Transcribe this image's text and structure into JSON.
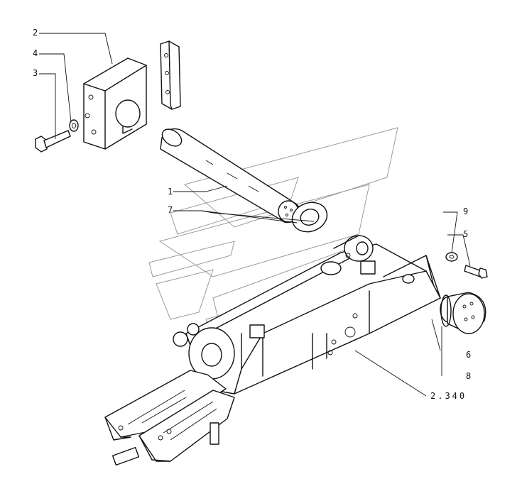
{
  "callouts": {
    "c1": "1",
    "c2": "2",
    "c3": "3",
    "c4": "4",
    "c5": "5",
    "c6": "6",
    "c7": "7",
    "c8": "8",
    "c9": "9",
    "ref": "2.340"
  },
  "colors": {
    "ink": "#111111",
    "watermark": "#9a9a9a",
    "background": "#ffffff"
  }
}
